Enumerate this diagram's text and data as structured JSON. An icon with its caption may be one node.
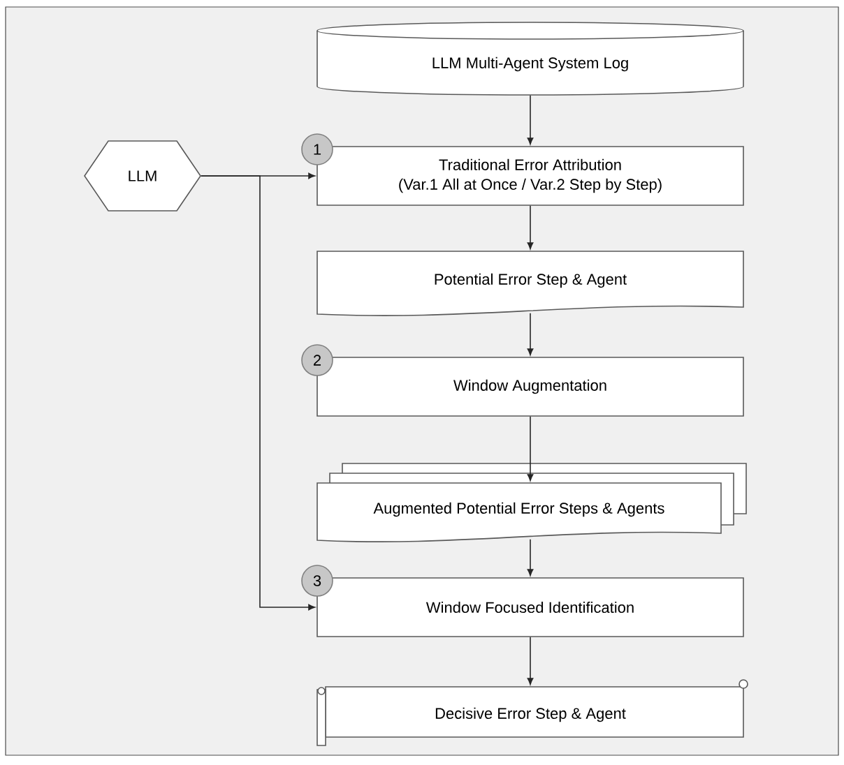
{
  "diagram": {
    "nodes": [
      {
        "text": [
          "LLM Multi-Agent System Log"
        ]
      },
      {
        "text": [
          "LLM"
        ]
      },
      {
        "text": [
          "Traditional Error Attribution",
          "(Var.1 All at Once / Var.2 Step by Step)"
        ],
        "beside": [
          "1"
        ]
      },
      {
        "text": [
          "Potential Error Step & Agent"
        ]
      },
      {
        "text": [
          "Window Augmentation"
        ],
        "beside": [
          "2"
        ]
      },
      {
        "text": [
          "Augmented Potential Error Steps & Agents"
        ]
      },
      {
        "text": [
          "Window Focused Identification"
        ],
        "beside": [
          "3"
        ]
      },
      {
        "text": [
          "Decisive Error Step & Agent"
        ]
      }
    ],
    "edges": [
      {
        "from": 0,
        "to": 2,
        "arrow": "to"
      },
      {
        "from": 1,
        "to": 2,
        "arrow": "to"
      },
      {
        "from": 1,
        "to": 6,
        "arrow": "to"
      },
      {
        "from": 2,
        "to": 3,
        "arrow": "to"
      },
      {
        "from": 3,
        "to": 4,
        "arrow": "to"
      },
      {
        "from": 4,
        "to": 5,
        "arrow": "to"
      },
      {
        "from": 5,
        "to": 6,
        "arrow": "to"
      },
      {
        "from": 6,
        "to": 7,
        "arrow": "to"
      }
    ]
  }
}
